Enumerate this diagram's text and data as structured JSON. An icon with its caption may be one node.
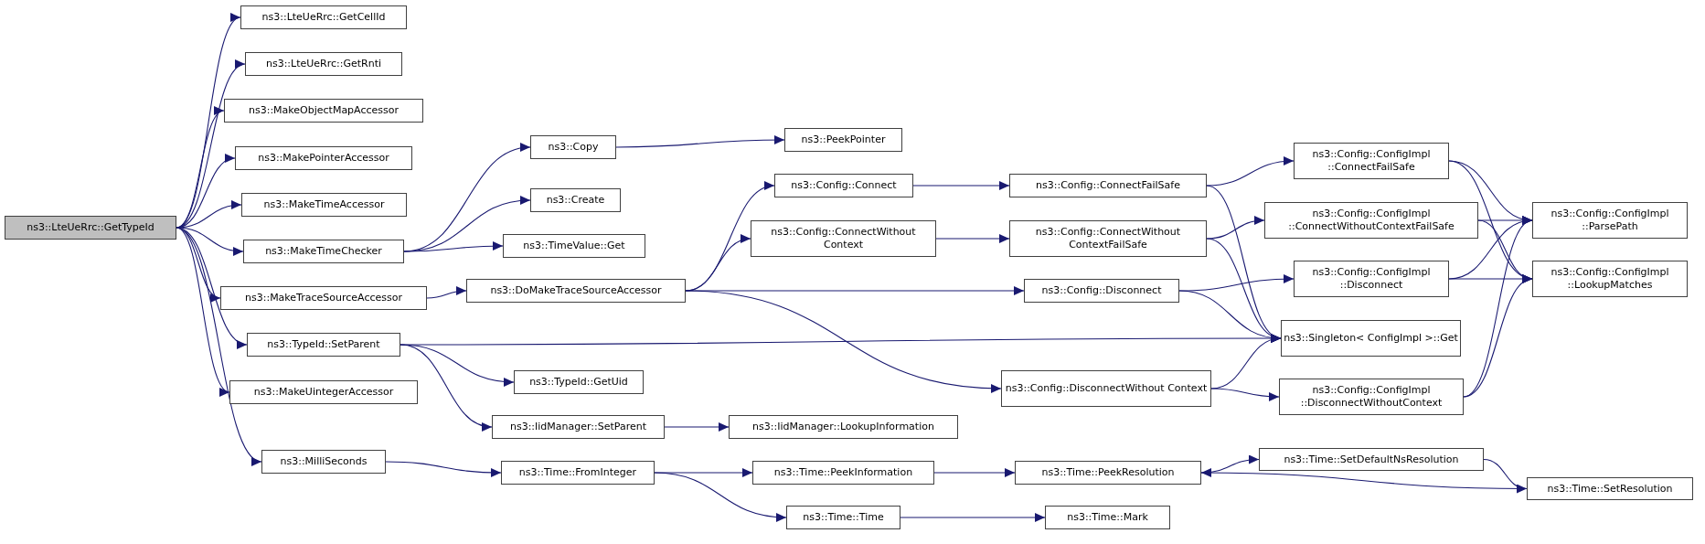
{
  "diagram": {
    "nodes": [
      {
        "text": [
          "ns3::LteUeRrc::GetTypeId"
        ]
      },
      {
        "text": [
          "ns3::LteUeRrc::GetCellId"
        ]
      },
      {
        "text": [
          "ns3::LteUeRrc::GetRnti"
        ]
      },
      {
        "text": [
          "ns3::MakeObjectMapAccessor"
        ]
      },
      {
        "text": [
          "ns3::MakePointerAccessor"
        ]
      },
      {
        "text": [
          "ns3::MakeTimeAccessor"
        ]
      },
      {
        "text": [
          "ns3::MakeTimeChecker"
        ]
      },
      {
        "text": [
          "ns3::MakeTraceSourceAccessor"
        ]
      },
      {
        "text": [
          "ns3::TypeId::SetParent"
        ]
      },
      {
        "text": [
          "ns3::MakeUintegerAccessor"
        ]
      },
      {
        "text": [
          "ns3::MilliSeconds"
        ]
      },
      {
        "text": [
          "ns3::Copy"
        ]
      },
      {
        "text": [
          "ns3::Create"
        ]
      },
      {
        "text": [
          "ns3::TimeValue::Get"
        ]
      },
      {
        "text": [
          "ns3::DoMakeTraceSourceAccessor"
        ]
      },
      {
        "text": [
          "ns3::TypeId::GetUid"
        ]
      },
      {
        "text": [
          "ns3::IidManager::SetParent"
        ]
      },
      {
        "text": [
          "ns3::Time::FromInteger"
        ]
      },
      {
        "text": [
          "ns3::PeekPointer"
        ]
      },
      {
        "text": [
          "ns3::Config::Connect"
        ]
      },
      {
        "text": [
          "ns3::Config::ConnectWithout Context"
        ]
      },
      {
        "text": [
          "ns3::Config::Disconnect"
        ]
      },
      {
        "text": [
          "ns3::Config::DisconnectWithout Context"
        ]
      },
      {
        "text": [
          "ns3::IidManager::LookupInformation"
        ]
      },
      {
        "text": [
          "ns3::Time::PeekInformation"
        ]
      },
      {
        "text": [
          "ns3::Time::Time"
        ]
      },
      {
        "text": [
          "ns3::Config::ConnectFailSafe"
        ]
      },
      {
        "text": [
          "ns3::Config::ConnectWithout ContextFailSafe"
        ]
      },
      {
        "text": [
          "ns3::Time::PeekResolution"
        ]
      },
      {
        "text": [
          "ns3::Time::Mark"
        ]
      },
      {
        "text": [
          "ns3::Config::ConfigImpl ::ConnectFailSafe"
        ]
      },
      {
        "text": [
          "ns3::Config::ConfigImpl ::ConnectWithoutContextFailSafe"
        ]
      },
      {
        "text": [
          "ns3::Config::ConfigImpl ::Disconnect"
        ]
      },
      {
        "text": [
          "ns3::Singleton< ConfigImpl >::Get"
        ]
      },
      {
        "text": [
          "ns3::Config::ConfigImpl ::DisconnectWithoutContext"
        ]
      },
      {
        "text": [
          "ns3::Time::SetDefaultNsResolution"
        ]
      },
      {
        "text": [
          "ns3::Config::ConfigImpl ::ParsePath"
        ]
      },
      {
        "text": [
          "ns3::Config::ConfigImpl ::LookupMatches"
        ]
      },
      {
        "text": [
          "ns3::Time::SetResolution"
        ]
      }
    ],
    "edges": [
      {
        "from": 0,
        "to": 1,
        "arrow": "to"
      },
      {
        "from": 0,
        "to": 2,
        "arrow": "to"
      },
      {
        "from": 0,
        "to": 3,
        "arrow": "to"
      },
      {
        "from": 0,
        "to": 4,
        "arrow": "to"
      },
      {
        "from": 0,
        "to": 5,
        "arrow": "to"
      },
      {
        "from": 0,
        "to": 6,
        "arrow": "to"
      },
      {
        "from": 0,
        "to": 7,
        "arrow": "to"
      },
      {
        "from": 0,
        "to": 8,
        "arrow": "to"
      },
      {
        "from": 0,
        "to": 9,
        "arrow": "to"
      },
      {
        "from": 0,
        "to": 10,
        "arrow": "to"
      },
      {
        "from": 6,
        "to": 11,
        "arrow": "to"
      },
      {
        "from": 6,
        "to": 12,
        "arrow": "to"
      },
      {
        "from": 6,
        "to": 13,
        "arrow": "to"
      },
      {
        "from": 7,
        "to": 14,
        "arrow": "to"
      },
      {
        "from": 8,
        "to": 33,
        "arrow": "to"
      },
      {
        "from": 8,
        "to": 15,
        "arrow": "to"
      },
      {
        "from": 8,
        "to": 16,
        "arrow": "to"
      },
      {
        "from": 10,
        "to": 17,
        "arrow": "to"
      },
      {
        "from": 11,
        "to": 18,
        "arrow": "to"
      },
      {
        "from": 14,
        "to": 19,
        "arrow": "to"
      },
      {
        "from": 14,
        "to": 20,
        "arrow": "to"
      },
      {
        "from": 14,
        "to": 21,
        "arrow": "to"
      },
      {
        "from": 14,
        "to": 22,
        "arrow": "to"
      },
      {
        "from": 16,
        "to": 23,
        "arrow": "to"
      },
      {
        "from": 17,
        "to": 24,
        "arrow": "to"
      },
      {
        "from": 17,
        "to": 25,
        "arrow": "to"
      },
      {
        "from": 19,
        "to": 26,
        "arrow": "to"
      },
      {
        "from": 20,
        "to": 27,
        "arrow": "to"
      },
      {
        "from": 21,
        "to": 32,
        "arrow": "to"
      },
      {
        "from": 21,
        "to": 33,
        "arrow": "to"
      },
      {
        "from": 22,
        "to": 33,
        "arrow": "to"
      },
      {
        "from": 22,
        "to": 34,
        "arrow": "to"
      },
      {
        "from": 24,
        "to": 28,
        "arrow": "to"
      },
      {
        "from": 25,
        "to": 29,
        "arrow": "to"
      },
      {
        "from": 26,
        "to": 30,
        "arrow": "to"
      },
      {
        "from": 26,
        "to": 33,
        "arrow": "to"
      },
      {
        "from": 27,
        "to": 31,
        "arrow": "to"
      },
      {
        "from": 27,
        "to": 33,
        "arrow": "to"
      },
      {
        "from": 28,
        "to": 35,
        "arrow": "to"
      },
      {
        "from": 30,
        "to": 36,
        "arrow": "to"
      },
      {
        "from": 30,
        "to": 37,
        "arrow": "to"
      },
      {
        "from": 31,
        "to": 36,
        "arrow": "to"
      },
      {
        "from": 31,
        "to": 37,
        "arrow": "to"
      },
      {
        "from": 32,
        "to": 36,
        "arrow": "to"
      },
      {
        "from": 32,
        "to": 37,
        "arrow": "to"
      },
      {
        "from": 34,
        "to": 36,
        "arrow": "to"
      },
      {
        "from": 34,
        "to": 37,
        "arrow": "to"
      },
      {
        "from": 35,
        "to": 38,
        "arrow": "to"
      },
      {
        "from": 38,
        "to": 28,
        "arrow": "to"
      }
    ]
  }
}
